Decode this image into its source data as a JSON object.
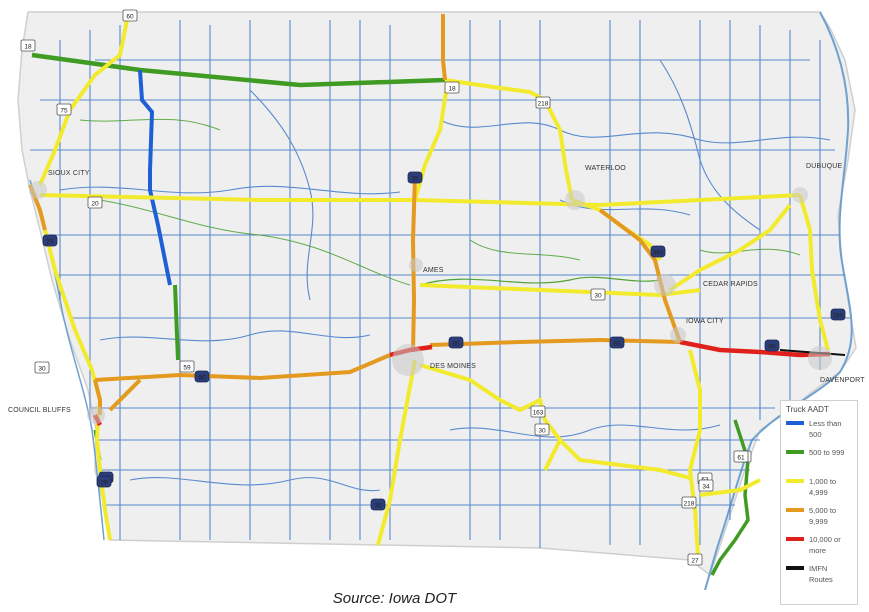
{
  "map": {
    "cities": [
      {
        "name": "SIOUX CITY"
      },
      {
        "name": "WATERLOO"
      },
      {
        "name": "DUBUQUE"
      },
      {
        "name": "AMES"
      },
      {
        "name": "CEDAR RAPIDS"
      },
      {
        "name": "IOWA CITY"
      },
      {
        "name": "DES MOINES"
      },
      {
        "name": "DAVENPORT"
      },
      {
        "name": "COUNCIL BLUFFS"
      }
    ],
    "route_shields": [
      {
        "label": "18"
      },
      {
        "label": "60"
      },
      {
        "label": "75"
      },
      {
        "label": "20"
      },
      {
        "label": "29"
      },
      {
        "label": "59"
      },
      {
        "label": "30"
      },
      {
        "label": "35"
      },
      {
        "label": "18"
      },
      {
        "label": "218"
      },
      {
        "label": "380"
      },
      {
        "label": "30"
      },
      {
        "label": "80"
      },
      {
        "label": "80"
      },
      {
        "label": "80"
      },
      {
        "label": "80"
      },
      {
        "label": "280"
      },
      {
        "label": "235"
      },
      {
        "label": "163"
      },
      {
        "label": "30"
      },
      {
        "label": "61"
      },
      {
        "label": "63"
      },
      {
        "label": "34"
      },
      {
        "label": "218"
      },
      {
        "label": "27"
      },
      {
        "label": "35"
      },
      {
        "label": "29"
      },
      {
        "label": "61"
      }
    ]
  },
  "legend": {
    "title": "Truck AADT",
    "items": [
      {
        "label": "Less than 500",
        "color": "#1f5fd6"
      },
      {
        "label": "500 to 999",
        "color": "#3f9b22"
      },
      {
        "label": "1,000 to 4,999",
        "color": "#f2ea2c"
      },
      {
        "label": "5,000 to 9,999",
        "color": "#e39a1f"
      },
      {
        "label": "10,000 or more",
        "color": "#e0201a"
      },
      {
        "label": "IMFN Routes",
        "color": "#111111"
      }
    ]
  },
  "caption": "Source: Iowa DOT"
}
